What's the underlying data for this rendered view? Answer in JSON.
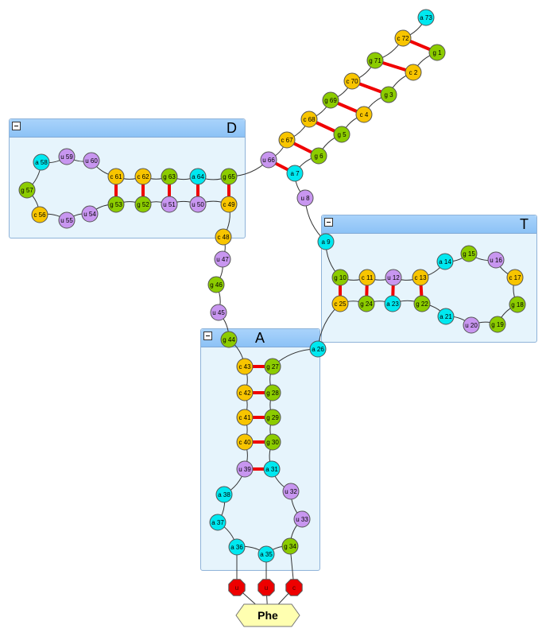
{
  "panels": {
    "D": {
      "title": "D"
    },
    "T": {
      "title": "T"
    },
    "A": {
      "title": "A"
    }
  },
  "colors": {
    "a": "#00e8f0",
    "c": "#f8c500",
    "g": "#8ccc00",
    "u": "#c896f0",
    "pair": "#f00000",
    "modification": "#ee0000",
    "amino_acid": "#ffffb0"
  },
  "nucleotides": [
    {
      "id": "a73",
      "label": "a 73",
      "base": "a"
    },
    {
      "id": "c72",
      "label": "c 72",
      "base": "c"
    },
    {
      "id": "g1",
      "label": "g 1",
      "base": "g"
    },
    {
      "id": "g71",
      "label": "g 71",
      "base": "g"
    },
    {
      "id": "c2",
      "label": "c 2",
      "base": "c"
    },
    {
      "id": "c70",
      "label": "c 70",
      "base": "c"
    },
    {
      "id": "g3",
      "label": "g 3",
      "base": "g"
    },
    {
      "id": "g69",
      "label": "g 69",
      "base": "g"
    },
    {
      "id": "c4",
      "label": "c 4",
      "base": "c"
    },
    {
      "id": "c68",
      "label": "c 68",
      "base": "c"
    },
    {
      "id": "g5",
      "label": "g 5",
      "base": "g"
    },
    {
      "id": "c67",
      "label": "c 67",
      "base": "c"
    },
    {
      "id": "g6",
      "label": "g 6",
      "base": "g"
    },
    {
      "id": "u66",
      "label": "u 66",
      "base": "u"
    },
    {
      "id": "a7",
      "label": "a 7",
      "base": "a"
    },
    {
      "id": "u8",
      "label": "u 8",
      "base": "u"
    },
    {
      "id": "a9",
      "label": "a 9",
      "base": "a"
    },
    {
      "id": "g10",
      "label": "g 10",
      "base": "g"
    },
    {
      "id": "c11",
      "label": "c 11",
      "base": "c"
    },
    {
      "id": "u12",
      "label": "u 12",
      "base": "u"
    },
    {
      "id": "c13",
      "label": "c 13",
      "base": "c"
    },
    {
      "id": "a14",
      "label": "a 14",
      "base": "a"
    },
    {
      "id": "g15",
      "label": "g 15",
      "base": "g"
    },
    {
      "id": "u16",
      "label": "u 16",
      "base": "u"
    },
    {
      "id": "c17",
      "label": "c 17",
      "base": "c"
    },
    {
      "id": "g18",
      "label": "g 18",
      "base": "g"
    },
    {
      "id": "g19",
      "label": "g 19",
      "base": "g"
    },
    {
      "id": "u20",
      "label": "u 20",
      "base": "u"
    },
    {
      "id": "a21",
      "label": "a 21",
      "base": "a"
    },
    {
      "id": "g22",
      "label": "g 22",
      "base": "g"
    },
    {
      "id": "a23",
      "label": "a 23",
      "base": "a"
    },
    {
      "id": "g24",
      "label": "g 24",
      "base": "g"
    },
    {
      "id": "c25",
      "label": "c 25",
      "base": "c"
    },
    {
      "id": "a26",
      "label": "a 26",
      "base": "a"
    },
    {
      "id": "g27",
      "label": "g 27",
      "base": "g"
    },
    {
      "id": "g28",
      "label": "g 28",
      "base": "g"
    },
    {
      "id": "g29",
      "label": "g 29",
      "base": "g"
    },
    {
      "id": "g30",
      "label": "g 30",
      "base": "g"
    },
    {
      "id": "a31",
      "label": "a 31",
      "base": "a"
    },
    {
      "id": "u32",
      "label": "u 32",
      "base": "u"
    },
    {
      "id": "u33",
      "label": "u 33",
      "base": "u"
    },
    {
      "id": "g34",
      "label": "g 34",
      "base": "g"
    },
    {
      "id": "a35",
      "label": "a 35",
      "base": "a"
    },
    {
      "id": "a36",
      "label": "a 36",
      "base": "a"
    },
    {
      "id": "a37",
      "label": "a 37",
      "base": "a"
    },
    {
      "id": "a38",
      "label": "a 38",
      "base": "a"
    },
    {
      "id": "u39",
      "label": "u 39",
      "base": "u"
    },
    {
      "id": "c40",
      "label": "c 40",
      "base": "c"
    },
    {
      "id": "c41",
      "label": "c 41",
      "base": "c"
    },
    {
      "id": "c42",
      "label": "c 42",
      "base": "c"
    },
    {
      "id": "c43",
      "label": "c 43",
      "base": "c"
    },
    {
      "id": "g44",
      "label": "g 44",
      "base": "g"
    },
    {
      "id": "u45",
      "label": "u 45",
      "base": "u"
    },
    {
      "id": "g46",
      "label": "g 46",
      "base": "g"
    },
    {
      "id": "u47",
      "label": "u 47",
      "base": "u"
    },
    {
      "id": "c48",
      "label": "c 48",
      "base": "c"
    },
    {
      "id": "c49",
      "label": "c 49",
      "base": "c"
    },
    {
      "id": "u50",
      "label": "u 50",
      "base": "u"
    },
    {
      "id": "u51",
      "label": "u 51",
      "base": "u"
    },
    {
      "id": "g52",
      "label": "g 52",
      "base": "g"
    },
    {
      "id": "g53",
      "label": "g 53",
      "base": "g"
    },
    {
      "id": "u54",
      "label": "u 54",
      "base": "u"
    },
    {
      "id": "u55",
      "label": "u 55",
      "base": "u"
    },
    {
      "id": "c56",
      "label": "c 56",
      "base": "c"
    },
    {
      "id": "g57",
      "label": "g 57",
      "base": "g"
    },
    {
      "id": "a58",
      "label": "a 58",
      "base": "a"
    },
    {
      "id": "u59",
      "label": "u 59",
      "base": "u"
    },
    {
      "id": "u60",
      "label": "u 60",
      "base": "u"
    },
    {
      "id": "c61",
      "label": "c 61",
      "base": "c"
    },
    {
      "id": "c62",
      "label": "c 62",
      "base": "c"
    },
    {
      "id": "g63",
      "label": "g 63",
      "base": "g"
    },
    {
      "id": "a64",
      "label": "a 64",
      "base": "a"
    },
    {
      "id": "g65",
      "label": "g 65",
      "base": "g"
    }
  ],
  "pairs": [
    [
      "g1",
      "c72"
    ],
    [
      "c2",
      "g71"
    ],
    [
      "g3",
      "c70"
    ],
    [
      "c4",
      "g69"
    ],
    [
      "g5",
      "c68"
    ],
    [
      "g6",
      "c67"
    ],
    [
      "a7",
      "u66"
    ],
    [
      "g10",
      "c25"
    ],
    [
      "c11",
      "g24"
    ],
    [
      "u12",
      "a23"
    ],
    [
      "c13",
      "g22"
    ],
    [
      "g27",
      "c43"
    ],
    [
      "g28",
      "c42"
    ],
    [
      "g29",
      "c41"
    ],
    [
      "g30",
      "c40"
    ],
    [
      "a31",
      "u39"
    ],
    [
      "c49",
      "g65"
    ],
    [
      "u50",
      "a64"
    ],
    [
      "u51",
      "g63"
    ],
    [
      "g52",
      "c62"
    ],
    [
      "g53",
      "c61"
    ]
  ],
  "modifications": [
    {
      "label": "u",
      "links": [
        "a36",
        "phe"
      ]
    },
    {
      "label": "u",
      "links": [
        "a35",
        "phe"
      ]
    },
    {
      "label": "c",
      "links": [
        "g34",
        "phe"
      ]
    }
  ],
  "amino_acid": {
    "label": "Phe"
  }
}
